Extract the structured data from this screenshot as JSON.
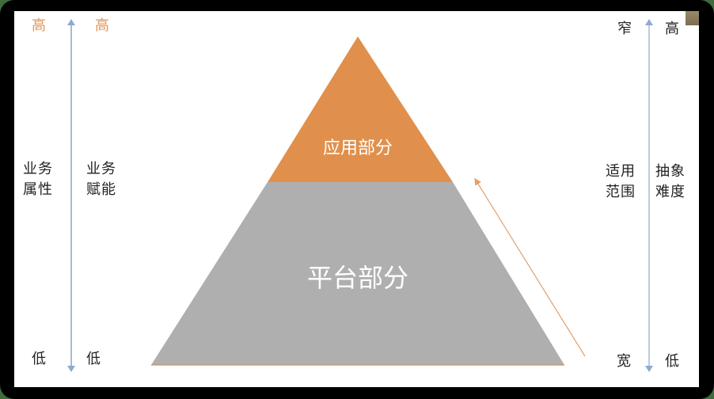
{
  "diagram": {
    "type": "pyramid",
    "tiers": [
      {
        "label": "应用部分",
        "position": "top",
        "color": "#e0904c"
      },
      {
        "label": "平台部分",
        "position": "bottom",
        "color": "#afafaf"
      }
    ],
    "colors": {
      "frame": "#000000",
      "background": "#ffffff",
      "axis_arrow": "#8fa9cf",
      "diagonal_arrow": "#e2a06c",
      "high_label_left": "#e0965a"
    }
  },
  "left_axes": [
    {
      "top": "高",
      "label_line1": "业务",
      "label_line2": "属性",
      "bottom": "低"
    },
    {
      "top": "高",
      "label_line1": "业务",
      "label_line2": "赋能",
      "bottom": "低"
    }
  ],
  "right_axes": [
    {
      "top": "窄",
      "label_line1": "适用",
      "label_line2": "范围",
      "bottom": "宽"
    },
    {
      "top": "高",
      "label_line1": "抽象",
      "label_line2": "难度",
      "bottom": "低"
    }
  ]
}
